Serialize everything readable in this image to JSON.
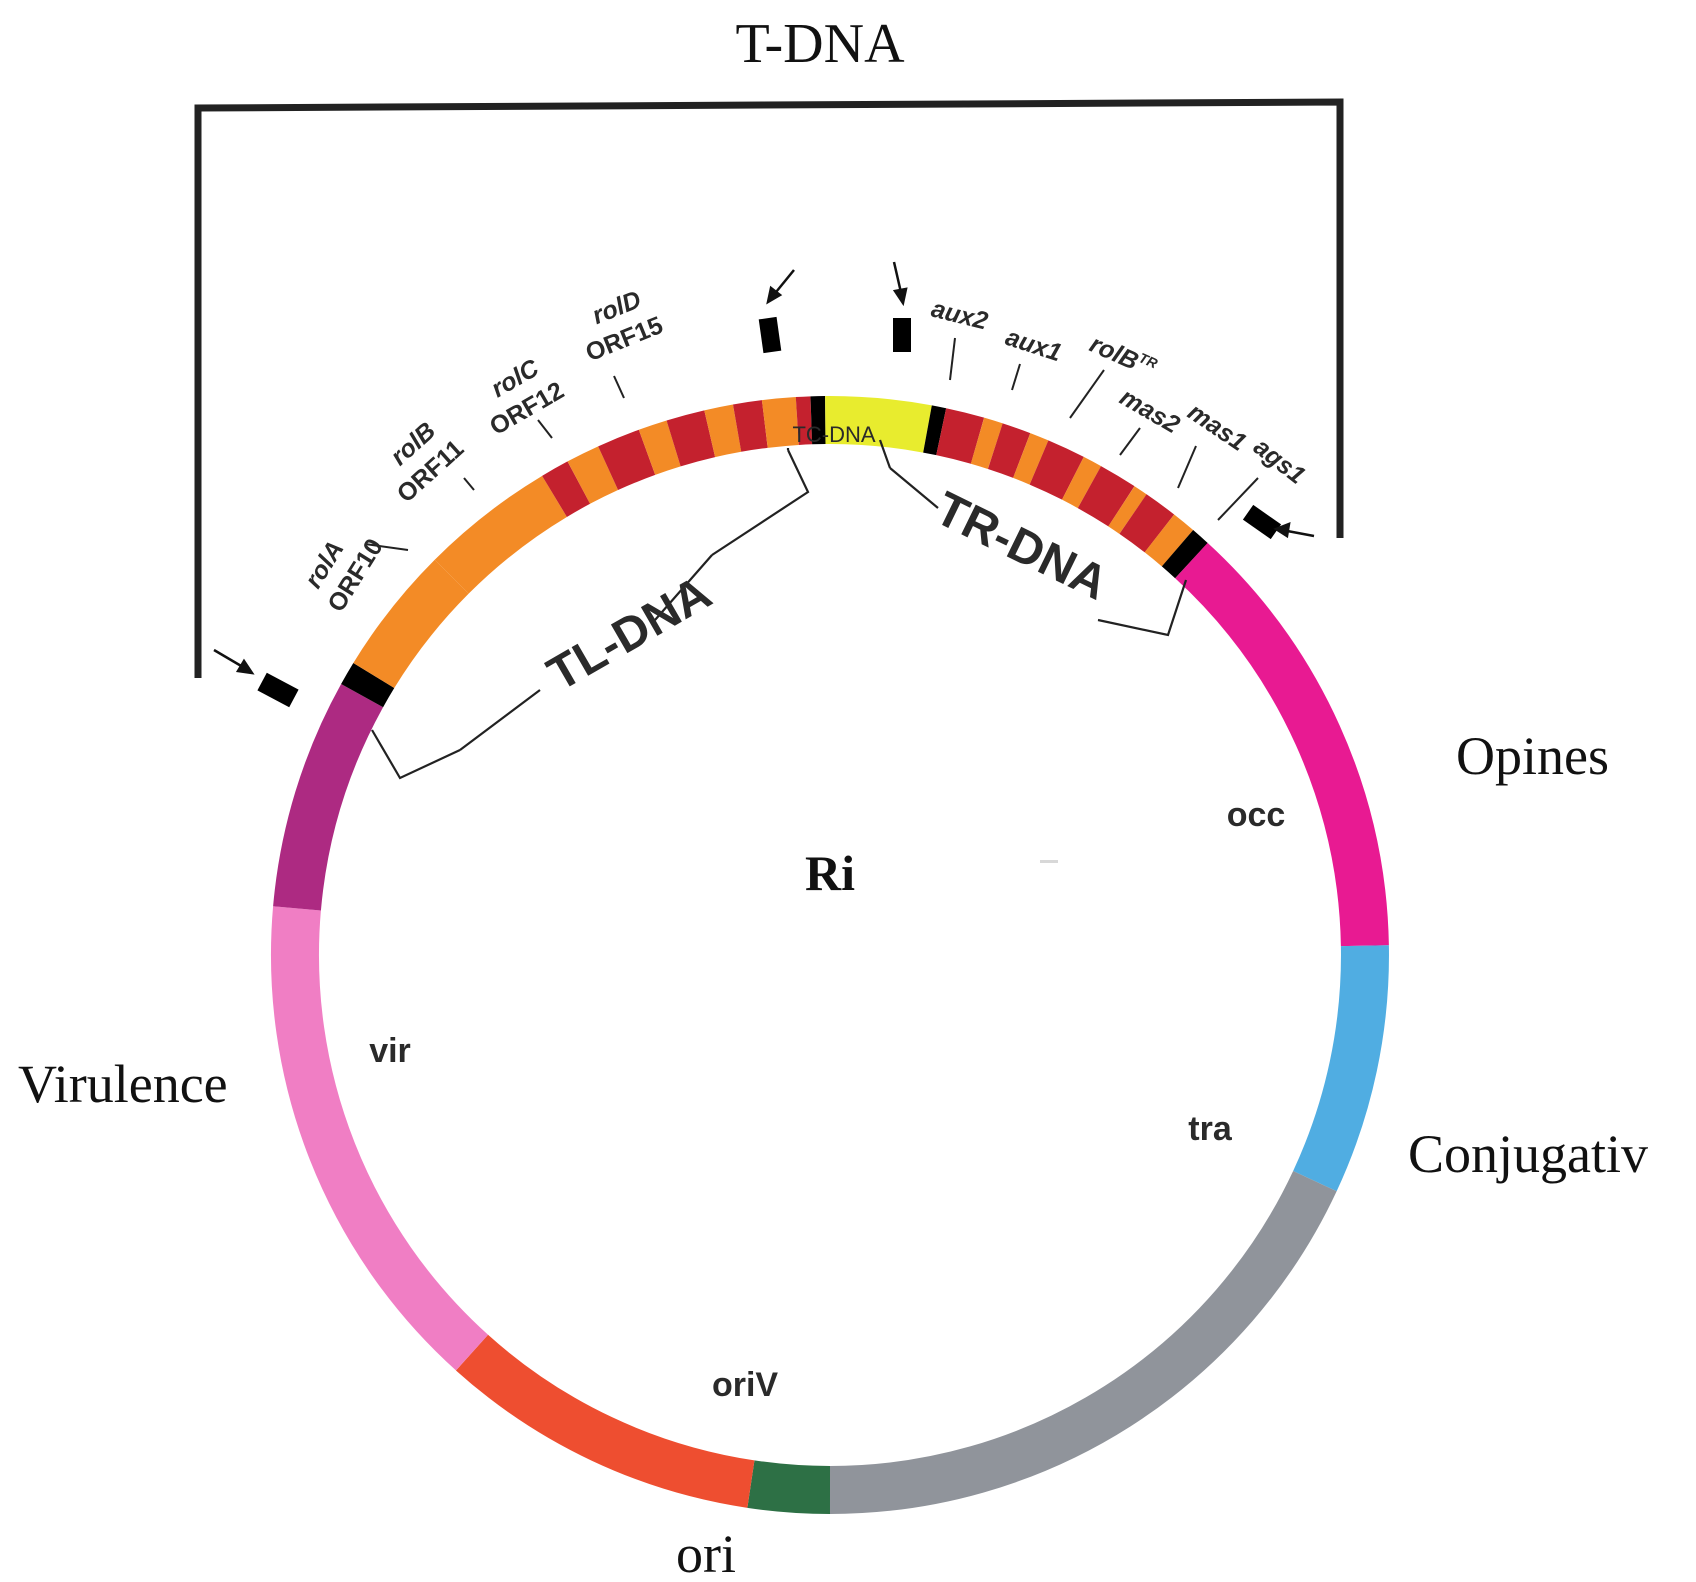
{
  "title": "T-DNA",
  "plasmid_name": "Ri",
  "region_labels": {
    "opines": "Opines",
    "conjugative": "Conjugativ",
    "virulence": "Virulence",
    "ori": "ori"
  },
  "locus_labels": {
    "occ": "occ",
    "tra": "tra",
    "vir": "vir",
    "oriV": "oriV"
  },
  "tdna_segments": {
    "tl": "TL-DNA",
    "tr": "TR-DNA",
    "tc": "TC-DNA"
  },
  "gene_labels": {
    "rolA_name": "rolA",
    "rolA_orf": "ORF10",
    "rolB_name": "rolB",
    "rolB_orf": "ORF11",
    "rolC_name": "rolC",
    "rolC_orf": "ORF12",
    "rolD_name": "rolD",
    "rolD_orf": "ORF15",
    "aux2": "aux2",
    "aux1": "aux1",
    "rolBTR_name": "rolB",
    "rolBTR_sup": "TR",
    "mas2": "mas2",
    "mas1": "mas1",
    "ags1": "ags1"
  },
  "colors": {
    "virulence_dark": "#ad2a82",
    "virulence": "#f07ec4",
    "ori_red": "#ee4e30",
    "ori_green": "#2d7045",
    "conjugative_gray": "#90949b",
    "conjugative_blue": "#50ade2",
    "opines": "#e81a92",
    "tdna_orange": "#f38b26",
    "tdna_red": "#c4212e",
    "tc_yellow": "#e8ec2e",
    "border": "#000000"
  }
}
